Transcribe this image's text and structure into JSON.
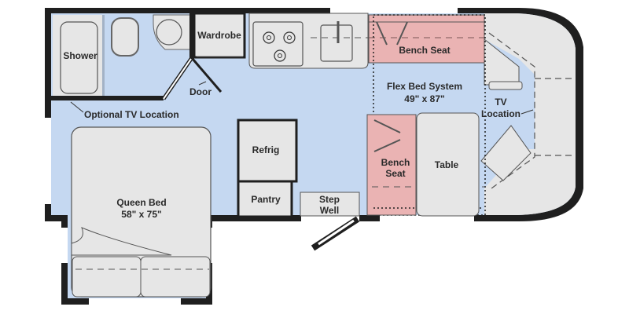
{
  "floorplan": {
    "colors": {
      "wall": "#1f1f1f",
      "floor": "#c5d8f1",
      "fixture": "#e6e6e6",
      "fixture_stroke": "#555555",
      "highlight": "#eab3b3",
      "window": "#ffffff",
      "background": "#ffffff"
    },
    "rooms": {
      "shower": "Shower",
      "wardrobe": "Wardrobe",
      "door": "Door",
      "optional_tv": "Optional TV Location",
      "bench_seat_top": "Bench Seat",
      "flex_bed_line1": "Flex Bed System",
      "flex_bed_line2": "49\" x 87\"",
      "tv_line1": "TV",
      "tv_line2": "Location",
      "refrig": "Refrig",
      "pantry": "Pantry",
      "step_line1": "Step",
      "step_line2": "Well",
      "bench_line1": "Bench",
      "bench_line2": "Seat",
      "table": "Table",
      "queen_line1": "Queen Bed",
      "queen_line2": "58\" x 75\""
    }
  }
}
